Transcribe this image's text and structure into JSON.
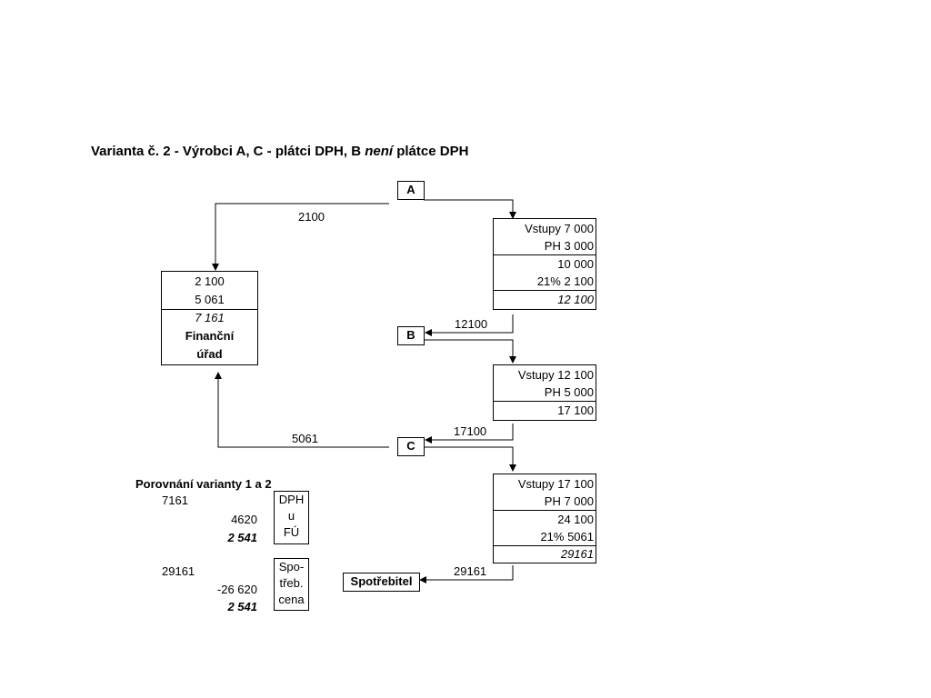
{
  "title": {
    "part1": "Varianta č. 2  -  Výrobci A, C - plátci DPH, B ",
    "italic": "není",
    "part2": " plátce DPH"
  },
  "nodes": {
    "a": "A",
    "b": "B",
    "c": "C",
    "consumer": "Spotřebitel"
  },
  "flows": {
    "a_to_fu": "2100",
    "a_to_b": "12100",
    "b_to_c": "17100",
    "c_to_fu": "5061",
    "c_to_consumer": "29161"
  },
  "box_a": {
    "rows": [
      "Vstupy 7 000",
      "PH   3 000",
      "10 000",
      "21%  2 100",
      "12 100"
    ]
  },
  "box_b": {
    "rows": [
      "Vstupy 12 100",
      "PH   5 000",
      "17 100"
    ]
  },
  "box_c": {
    "rows": [
      "Vstupy 17 100",
      "PH   7 000",
      "24 100",
      "21%  5061",
      "29161"
    ]
  },
  "financni_urad": {
    "rows": [
      "2 100",
      "5 061",
      "7 161"
    ],
    "name_line1": "Finanční",
    "name_line2": "úřad"
  },
  "comparison": {
    "heading": "Porovnání varianty 1 a 2",
    "dph": {
      "value1": "7161",
      "value2": "4620",
      "diff": "2 541",
      "label": [
        "DPH",
        "u",
        "FÚ"
      ]
    },
    "price": {
      "value1": "29161",
      "value2": "-26 620",
      "diff": "2 541",
      "label": [
        "Spo-",
        "třeb.",
        "cena"
      ]
    }
  }
}
